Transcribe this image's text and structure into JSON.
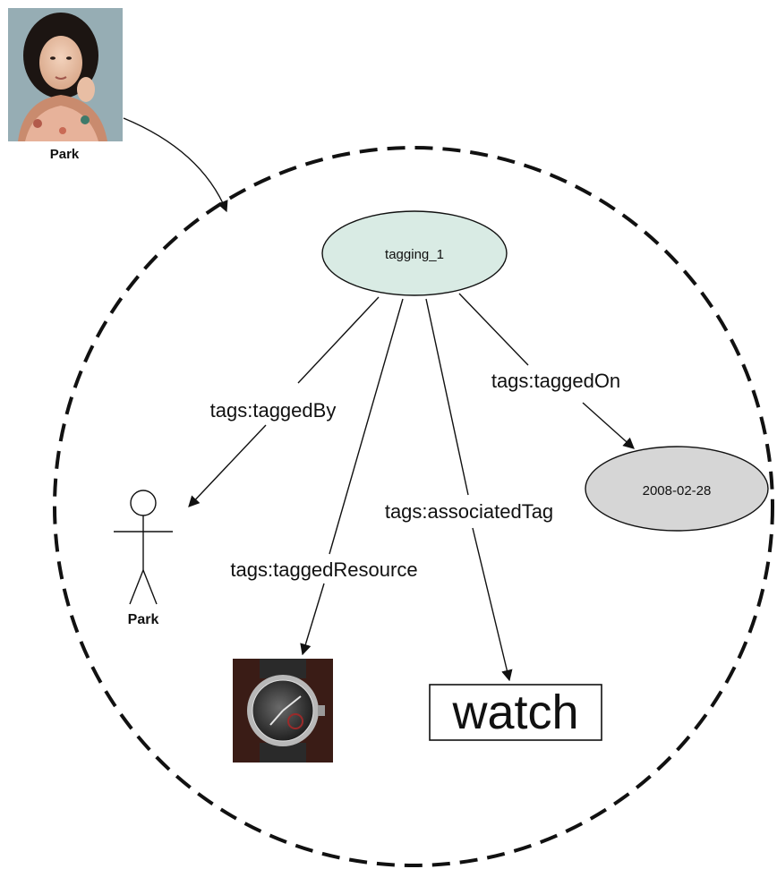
{
  "colors": {
    "tagging_fill": "#d9ebe4",
    "date_fill": "#d6d6d6",
    "stroke": "#111111",
    "background": "#ffffff"
  },
  "person_photo": {
    "name": "Park",
    "icon": "person-photo"
  },
  "nodes": {
    "tagging": "tagging_1",
    "date": "2008-02-28",
    "person": "Park",
    "resource_icon": "watch-photo",
    "tag": "watch"
  },
  "edges": {
    "tagged_by": "tags:taggedBy",
    "tagged_on": "tags:taggedOn",
    "associated_tag": "tags:associatedTag",
    "tagged_resource": "tags:taggedResource"
  }
}
